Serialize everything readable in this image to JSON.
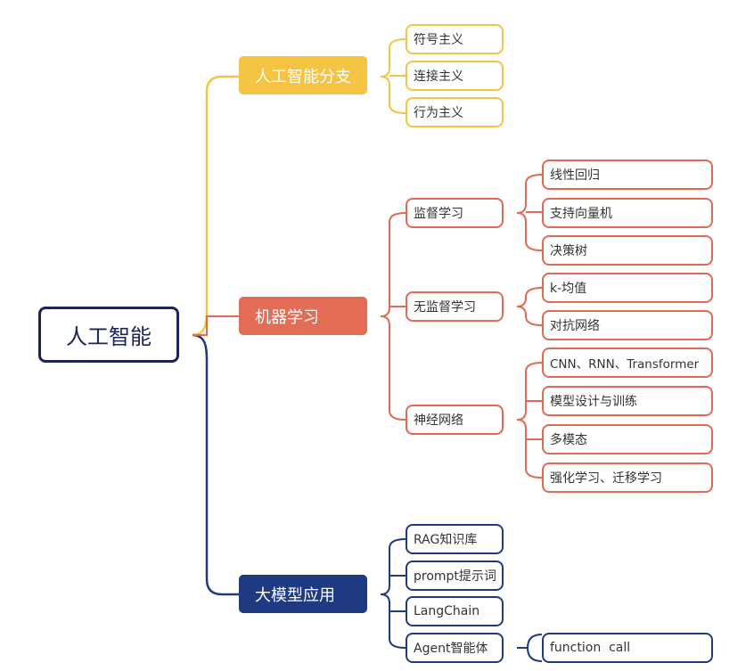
{
  "colors": {
    "ai_branch": "#f6c443",
    "ml": "#e06b55",
    "llm": "#1e3a82",
    "root_border": "#1b2358"
  },
  "root": {
    "label": "人工智能"
  },
  "branches": {
    "ai_branch": {
      "label": "人工智能分支",
      "children": [
        "符号主义",
        "连接主义",
        "行为主义"
      ]
    },
    "ml": {
      "label": "机器学习",
      "supervised": {
        "label": "监督学习",
        "children": [
          "线性回归",
          "支持向量机",
          "决策树"
        ]
      },
      "unsupervised": {
        "label": "无监督学习",
        "children": [
          "k-均值",
          "对抗网络"
        ]
      },
      "neural": {
        "label": "神经网络",
        "children": [
          "CNN、RNN、Transformer",
          "模型设计与训练",
          "多模态",
          "强化学习、迁移学习"
        ]
      }
    },
    "llm": {
      "label": "大模型应用",
      "children": [
        "RAG知识库",
        "prompt提示词",
        "LangChain",
        "Agent智能体"
      ],
      "agent_children": [
        "function  call"
      ]
    }
  }
}
